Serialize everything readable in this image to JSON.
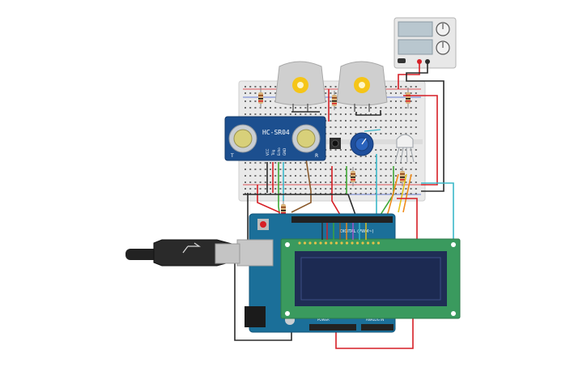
{
  "sensor": {
    "model": "HC-SR04",
    "pin_labels": [
      "VCC",
      "Trig",
      "Echo",
      "GND"
    ],
    "side_left": "T",
    "side_right": "R"
  },
  "arduino": {
    "header_label": "DIGITAL (PWM~)",
    "analog_label": "ANALOG IN",
    "power_label": "POWER"
  },
  "colors": {
    "breadboard": "#e9e9e9",
    "sensor_board": "#1c4f8f",
    "arduino_board": "#1b6f99",
    "lcd_board": "#3a9a5e",
    "lcd_screen": "#1c2a52",
    "wire_red": "#d61f26",
    "wire_black": "#2b2b2b",
    "wire_green": "#3ea836",
    "wire_orange": "#f08c1a",
    "wire_yellow": "#e6c21a",
    "wire_cyan": "#3bb8c9",
    "wire_brown": "#8a5a2b",
    "wire_blue": "#3a56c8",
    "motor": "#cfcfcf",
    "motor_gear": "#f5c518",
    "potentiometer": "#1f4f9c",
    "power_supply": "#e8e8e8"
  },
  "icons": [
    "usb-cable-icon",
    "motor-gear-icon",
    "potentiometer-knob-icon",
    "rgb-led-icon",
    "pushbutton-icon",
    "reset-button-icon",
    "power-jack-icon"
  ]
}
